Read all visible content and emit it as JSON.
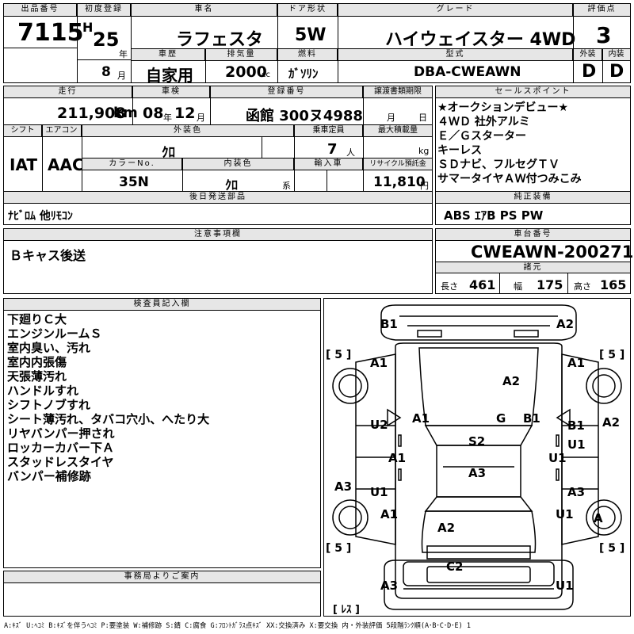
{
  "top": {
    "lot_label": "出品番号",
    "lot": "7115",
    "first_reg_label": "初度登録",
    "era": "H",
    "year": "25",
    "year_unit": "年",
    "month": "8",
    "month_unit": "月",
    "car_name_label": "車名",
    "car_name": "ラフェスタ",
    "door_label": "ドア形状",
    "door": "5W",
    "grade_label": "グレード",
    "grade": "ハイウェイスター 4WD",
    "score_label": "評価点",
    "score": "3",
    "history_label": "車歴",
    "history": "自家用",
    "displacement_label": "排気量",
    "displacement": "2000",
    "displacement_unit": "cc",
    "fuel_label": "燃料",
    "fuel": "ｶﾞｿﾘﾝ",
    "model_label": "型式",
    "model": "DBA-CWEAWN",
    "exterior_label": "外装",
    "exterior": "D",
    "interior_label": "内装",
    "interior": "D"
  },
  "mid": {
    "mileage_label": "走行",
    "mileage": "211,908",
    "mileage_unit": "km",
    "inspect_label": "車検",
    "inspect_year": "08",
    "inspect_year_unit": "年",
    "inspect_month": "12",
    "inspect_month_unit": "月",
    "plate_label": "登録番号",
    "plate": "函館 300ヌ4988",
    "transfer_label": "譲渡書類期限",
    "transfer_month_unit": "月",
    "transfer_day_unit": "日",
    "sales_label": "セールスポイント",
    "sales_points": [
      "★オークションデビュー★",
      "４ＷＤ 社外アルミ",
      "Ｅ／Ｇスターター",
      "キーレス",
      "ＳＤナビ、フルセグＴＶ",
      "サマータイヤＡＷ付つみこみ"
    ],
    "shift_label": "シフト",
    "shift": "IAT",
    "ac_label": "エアコン",
    "ac": "AAC",
    "ext_color_label": "外装色",
    "ext_color": "ｸﾛ",
    "capacity_label": "乗車定員",
    "capacity": "7",
    "capacity_unit": "人",
    "max_load_label": "最大積載量",
    "max_load_unit": "kg",
    "color_no_label": "カラーNo.",
    "color_no": "35N",
    "int_color_label": "内装色",
    "int_color": "ｸﾛ",
    "int_color_unit": "系",
    "import_label": "輸入車",
    "recycle_label": "リサイクル預託金",
    "recycle": "11,810",
    "recycle_unit": "円",
    "later_label": "後日発送部品",
    "later": "ﾅﾋﾞﾛﾑ 他ﾘﾓｺﾝ",
    "equip_label": "純正装備",
    "equip": "ABS ｴｱB PS PW"
  },
  "notes": {
    "caution_label": "注意事項欄",
    "caution": "Ｂキャス後送",
    "frame_label": "車台番号",
    "frame": "CWEAWN-200271",
    "spec_label": "諸元",
    "length_label": "長さ",
    "length": "461",
    "width_label": "幅",
    "width": "175",
    "height_label": "高さ",
    "height": "165"
  },
  "inspector": {
    "label": "検査員記入欄",
    "lines": [
      "下廻りＣ大",
      "エンジンルームＳ",
      "室内臭い、汚れ",
      "室内内張傷",
      "天張薄汚れ",
      "ハンドルすれ",
      "シフトノブすれ",
      "シート薄汚れ、タバコ穴小、へたり大",
      "リヤバンパー押され",
      "ロッカーカバー下Ａ",
      "スタッドレスタイヤ",
      "バンパー補修跡"
    ]
  },
  "office": {
    "label": "事務局よりご案内"
  },
  "diagram": {
    "marks": {
      "b1_tl": "B1",
      "a2_tr": "A2",
      "a1_l": "A1",
      "a1_r": "A1",
      "a2_hood": "A2",
      "u2": "U2",
      "a1_fl": "A1",
      "g": "G",
      "b1_fr": "B1",
      "a2_rmid": "A2",
      "b1_r": "B1",
      "s2": "S2",
      "u1_r1": "U1",
      "a1_rl": "A1",
      "u1_r2": "U1",
      "a3_roof": "A3",
      "a3_l": "A3",
      "u1_l": "U1",
      "a3_r": "A3",
      "a1_ll": "A1",
      "u1_rl": "U1",
      "a_tire": "A",
      "a2_rear": "A2",
      "c2": "C2",
      "a3_bl": "A3",
      "u1_br": "U1"
    },
    "tire_tl": "[ 5 ]",
    "tire_tr": "[ 5 ]",
    "tire_bl": "[ 5 ]",
    "tire_br": "[ 5 ]",
    "spare": "[ ﾚｽ ]"
  },
  "legend": "A:ｷｽﾞ U:ﾍｺﾐ B:ｷｽﾞを伴うﾍｺﾐ P:要塗装 W:補修跡 S:錆 C:腐食 G:ﾌﾛﾝﾄｶﾞﾗｽ点ｷｽﾞ XX:交換済み X:要交換 内・外装評価 5段階ﾗﾝｸ順(A･B･C･D･E) 1"
}
